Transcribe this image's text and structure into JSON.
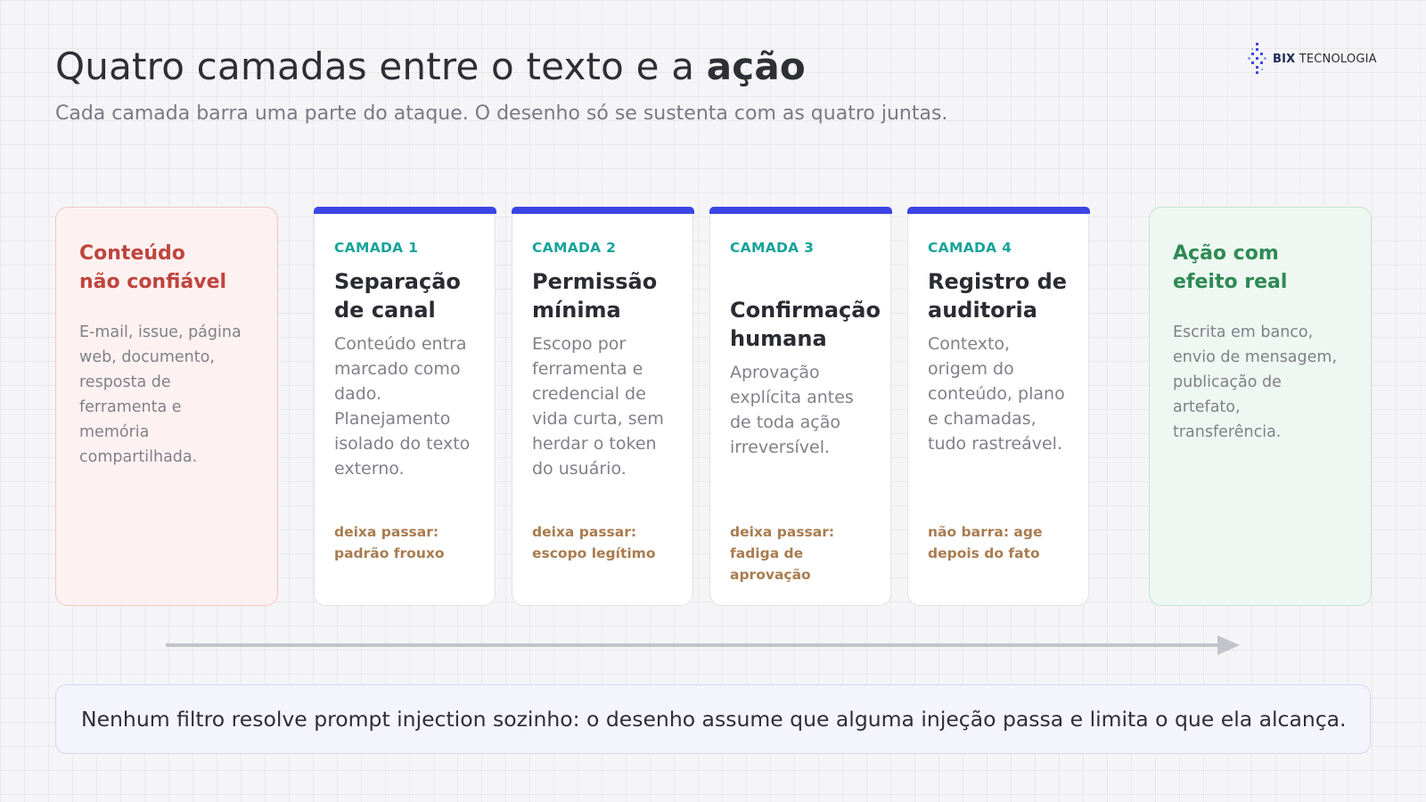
{
  "header": {
    "title_prefix": "Quatro camadas entre o texto e a ",
    "title_emphasis": "ação",
    "subtitle": "Cada camada barra uma parte do ataque. O desenho só se sustenta com as quatro juntas."
  },
  "logo": {
    "brand": "BIX",
    "suffix": "TECNOLOGIA"
  },
  "source": {
    "title_line1": "Conteúdo",
    "title_line2": "não confiável",
    "body": "E-mail, issue, página web, documento, resposta de ferramenta e memória compartilhada."
  },
  "layers": [
    {
      "label": "CAMADA 1",
      "title": "Separação\nde canal",
      "body": "Conteúdo entra marcado como dado. Planejamento isolado do texto externo.",
      "note": "deixa passar: padrão frouxo"
    },
    {
      "label": "CAMADA 2",
      "title": "Permissão\nmínima",
      "body": "Escopo por ferramenta e credencial de vida curta, sem herdar o token do usuário.",
      "note": "deixa passar: escopo legítimo"
    },
    {
      "label": "CAMADA 3",
      "title": "Confirmação\nhumana",
      "body": "Aprovação explícita antes de toda ação irreversível.",
      "note": "deixa passar: fadiga de aprovação"
    },
    {
      "label": "CAMADA 4",
      "title": "Registro de\nauditoria",
      "body": "Contexto, origem do conteúdo, plano e chamadas, tudo rastreável.",
      "note": "não barra: age depois do fato"
    }
  ],
  "target": {
    "title_line1": "Ação com",
    "title_line2": "efeito real",
    "body": "Escrita em banco, envio de mensagem, publicação de artefato, transferência."
  },
  "callout": {
    "text": "Nenhum filtro resolve prompt injection sozinho: o desenho assume que alguma injeção passa e limita o que ela alcança."
  },
  "colors": {
    "layer_accent": "#3b45e6",
    "layer_label": "#17a399",
    "note": "#a97c4f",
    "source_title": "#c0443f",
    "target_title": "#2f8a55"
  }
}
